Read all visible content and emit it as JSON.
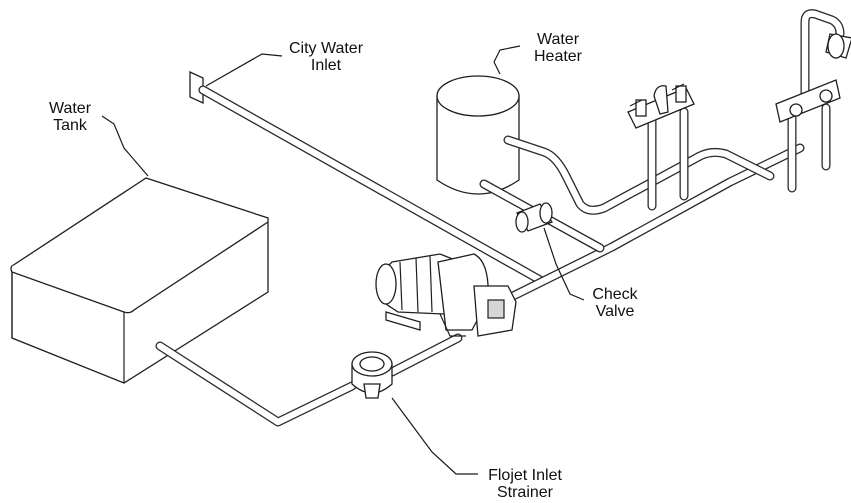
{
  "labels": {
    "city_water_inlet": [
      "City Water",
      "Inlet"
    ],
    "water_heater": [
      "Water",
      "Heater"
    ],
    "water_tank": [
      "Water",
      "Tank"
    ],
    "check_valve": [
      "Check",
      "Valve"
    ],
    "inlet_strainer": [
      "Flojet Inlet",
      "Strainer"
    ]
  }
}
